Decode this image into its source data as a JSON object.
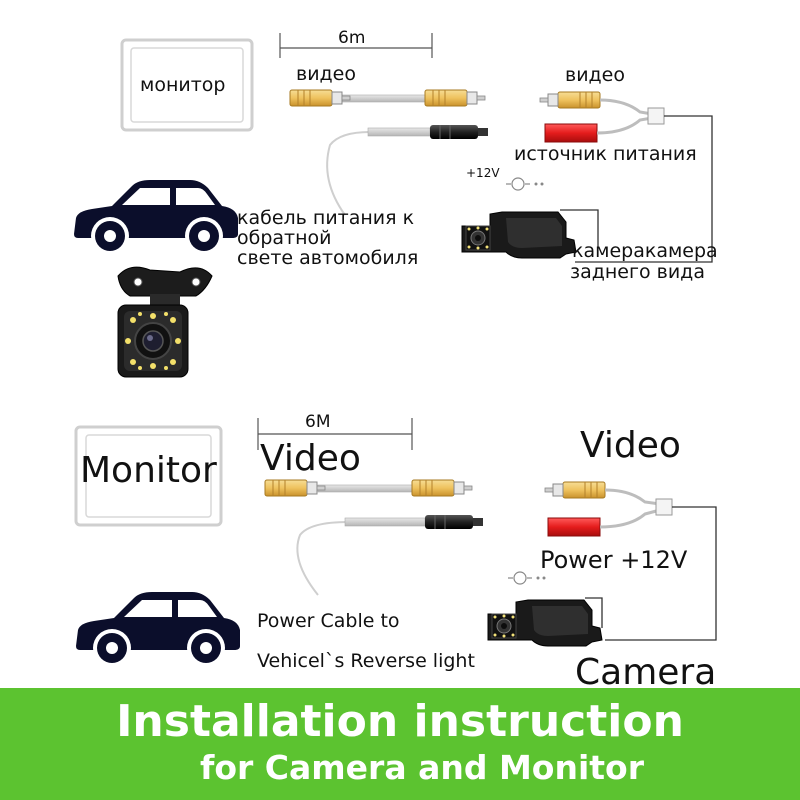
{
  "colors": {
    "banner": "#5cc330",
    "plug": "#f0c86a",
    "plug_dark": "#b98a2a",
    "power_plug": "#e02020",
    "cable": "#c8c8c8",
    "line": "#222222"
  },
  "top": {
    "length": "6m",
    "monitor": "монитор",
    "video_left": "видео",
    "video_right": "видео",
    "power_source": "источник питания",
    "plus12": "+12V",
    "power_cable_lines": [
      "кабель питания к",
      "обратной",
      "свете автомобиля"
    ],
    "camera_lines": [
      "камеракамера",
      "заднего вида"
    ]
  },
  "bottom": {
    "length": "6M",
    "monitor": "Monitor",
    "video_left": "Video",
    "video_right": "Video",
    "power": "Power +12V",
    "power_cable_lines": [
      "Power Cable to",
      "Vehicel`s Reverse light"
    ],
    "camera": "Camera"
  },
  "banner": {
    "line1": "Installation instruction",
    "line2": "for Camera and Monitor"
  },
  "icons": [
    "monitor-icon",
    "car-icon",
    "rear-camera-icon",
    "butterfly-camera-icon",
    "rca-plug-icon",
    "power-plug-icon",
    "bulb-icon"
  ]
}
